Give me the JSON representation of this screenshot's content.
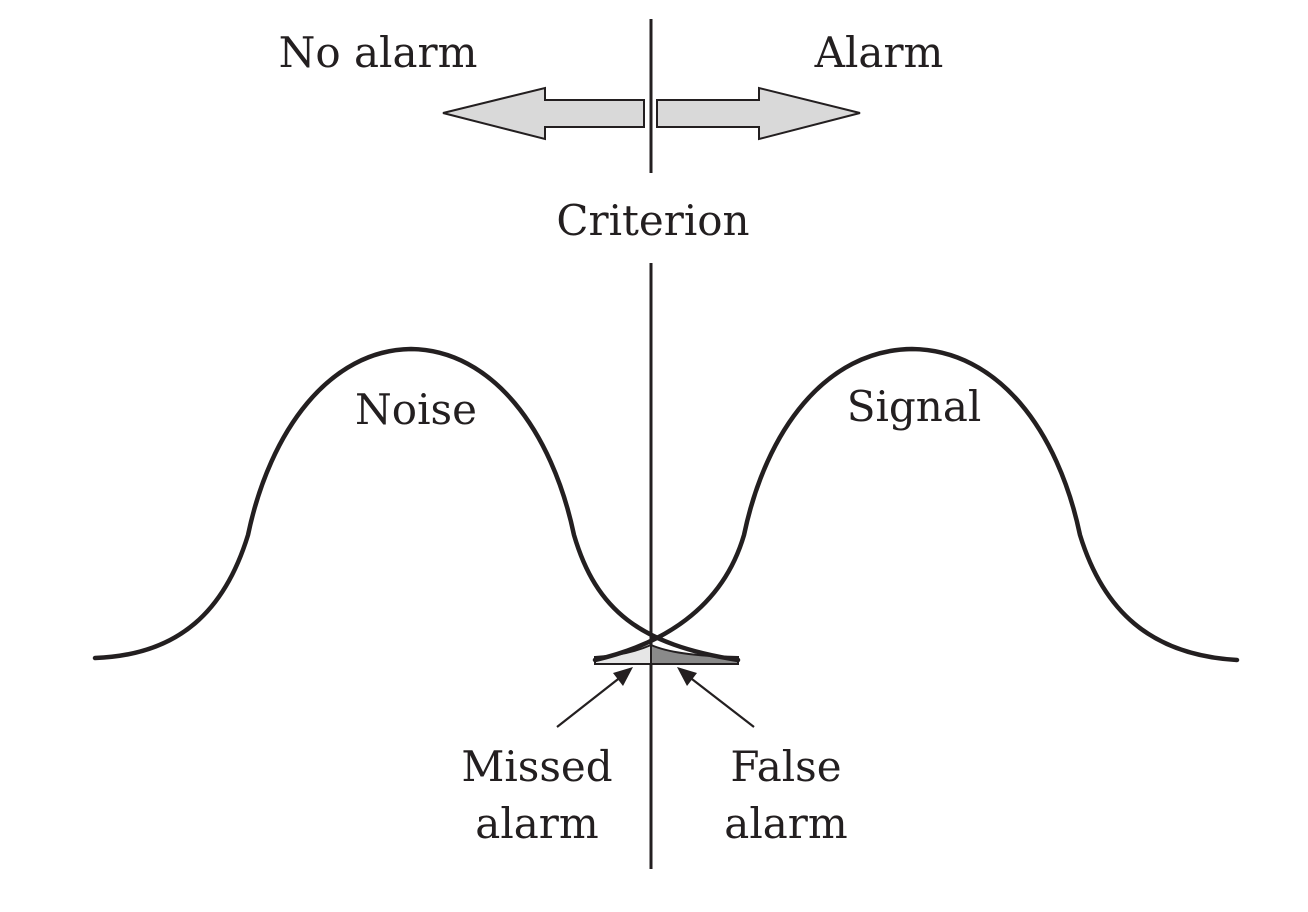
{
  "labels": {
    "no_alarm": "No alarm",
    "alarm": "Alarm",
    "criterion": "Criterion",
    "noise": "Noise",
    "signal": "Signal",
    "missed_alarm_line1": "Missed",
    "missed_alarm_line2": "alarm",
    "false_alarm_line1": "False",
    "false_alarm_line2": "alarm"
  },
  "colors": {
    "ink": "#231f20",
    "arrow_fill": "#d9d9d9",
    "missed_region": "#e6e6e6",
    "false_region": "#8a8a8a"
  }
}
